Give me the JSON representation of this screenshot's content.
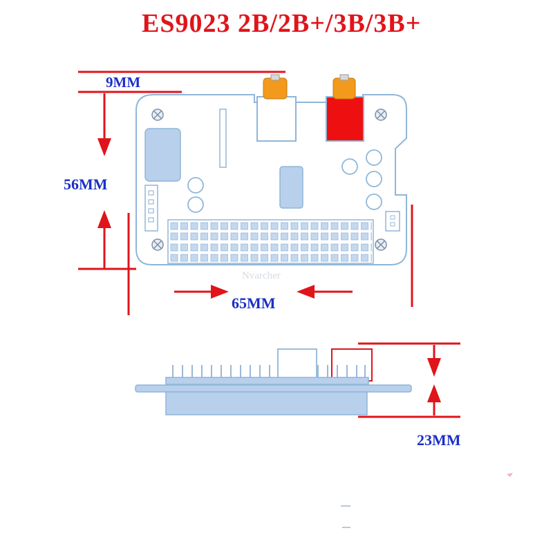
{
  "title": "ES9023 2B/2B+/3B/3B+",
  "dimensions": {
    "offset_label": "9MM",
    "height_label": "56MM",
    "width_label": "65MM",
    "thickness_label": "23MM"
  },
  "watermark": "Nvarcher",
  "colors": {
    "title": "#e0141b",
    "dimension_text": "#1a2fc8",
    "dimension_line": "#e0141b",
    "board_outline": "#8fb6d8",
    "component_fill": "#b8d0ec",
    "rca_left_plug": "#f39a1c",
    "rca_right_body": "#ee1010"
  }
}
